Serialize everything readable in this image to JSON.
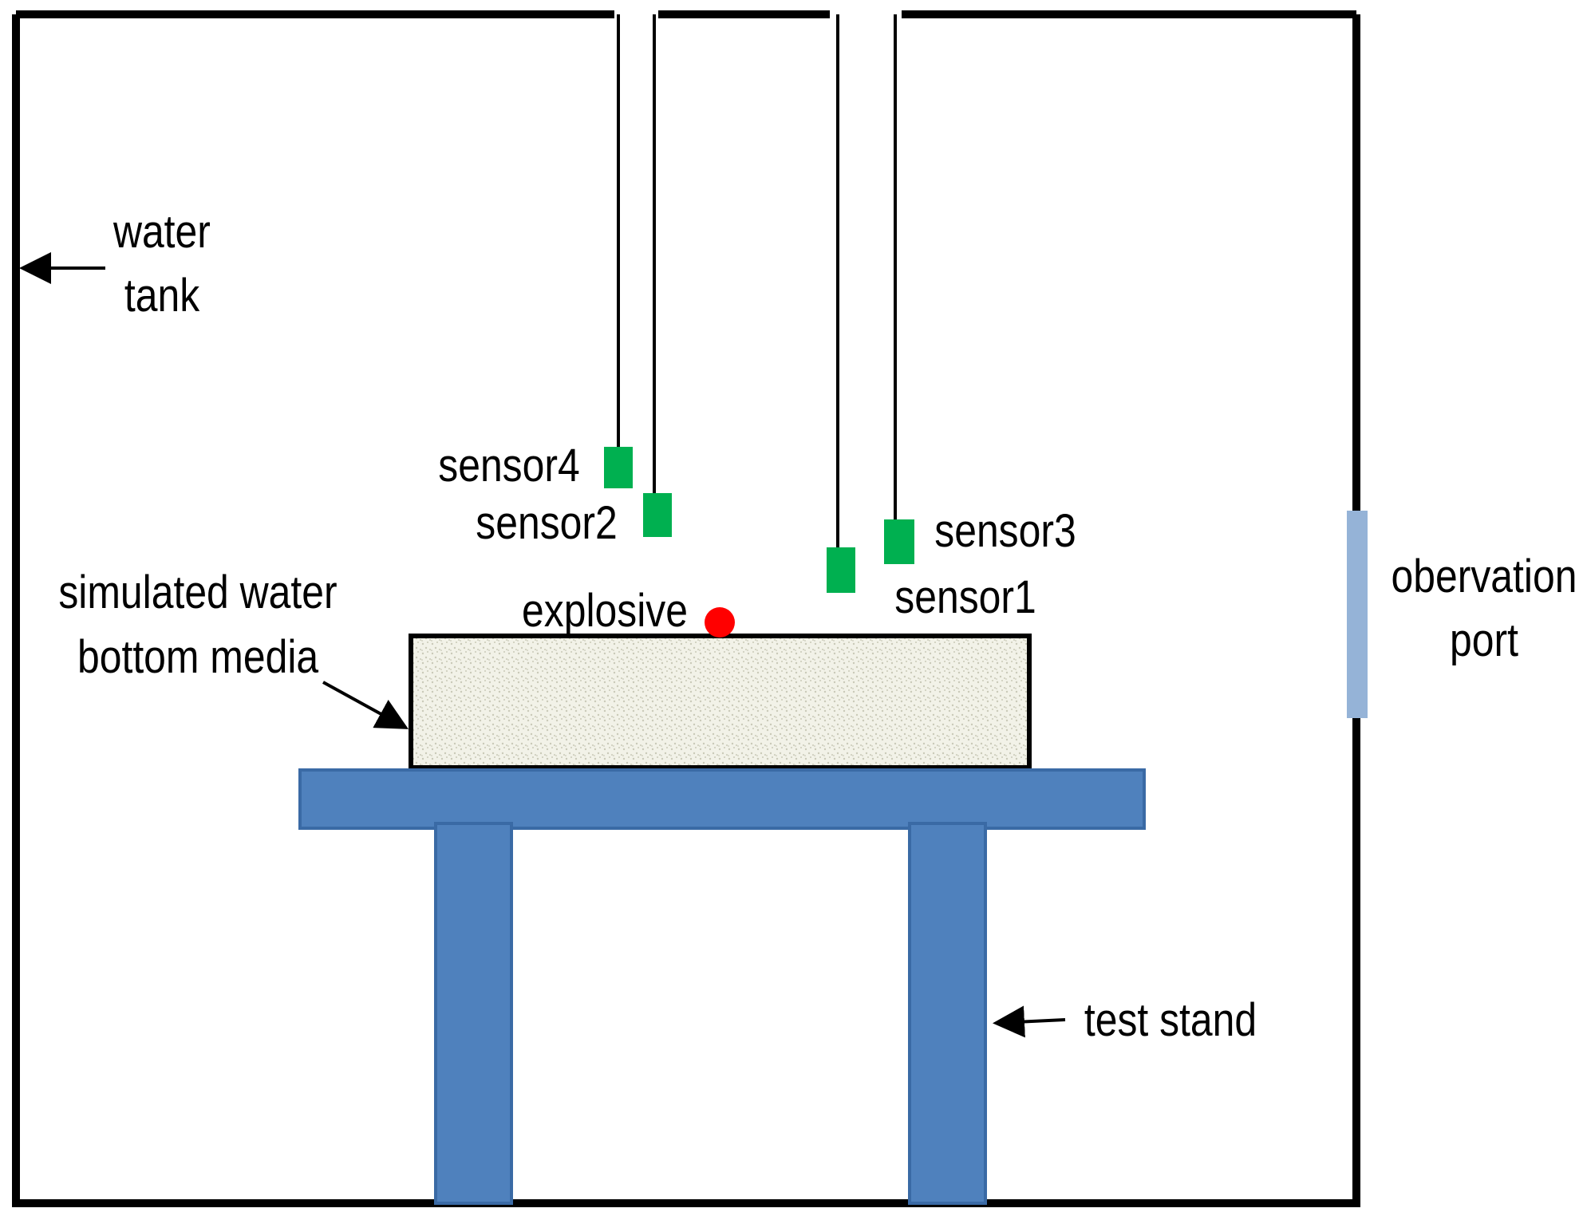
{
  "labels": {
    "water_tank_line1": "water",
    "water_tank_line2": "tank",
    "sensor4": "sensor4",
    "sensor2": "sensor2",
    "sensor3": "sensor3",
    "sensor1": "sensor1",
    "explosive": "explosive",
    "media_line1": "simulated water",
    "media_line2": "bottom media",
    "observation_port_line1": "obervation",
    "observation_port_line2": "port",
    "test_stand": "test stand"
  },
  "colors": {
    "tank_outline": "#000000",
    "sensor": "#00b050",
    "explosive": "#ff0000",
    "test_stand": "#4f81bd",
    "test_stand_edge": "#3a6aa5",
    "observation_port": "#95b3d7",
    "media_fill": "#f2f2e8",
    "media_speckle": "#c9c9b8"
  },
  "icons": {
    "sensor": "green-square-sensor-icon",
    "explosive": "red-dot-charge-icon"
  }
}
